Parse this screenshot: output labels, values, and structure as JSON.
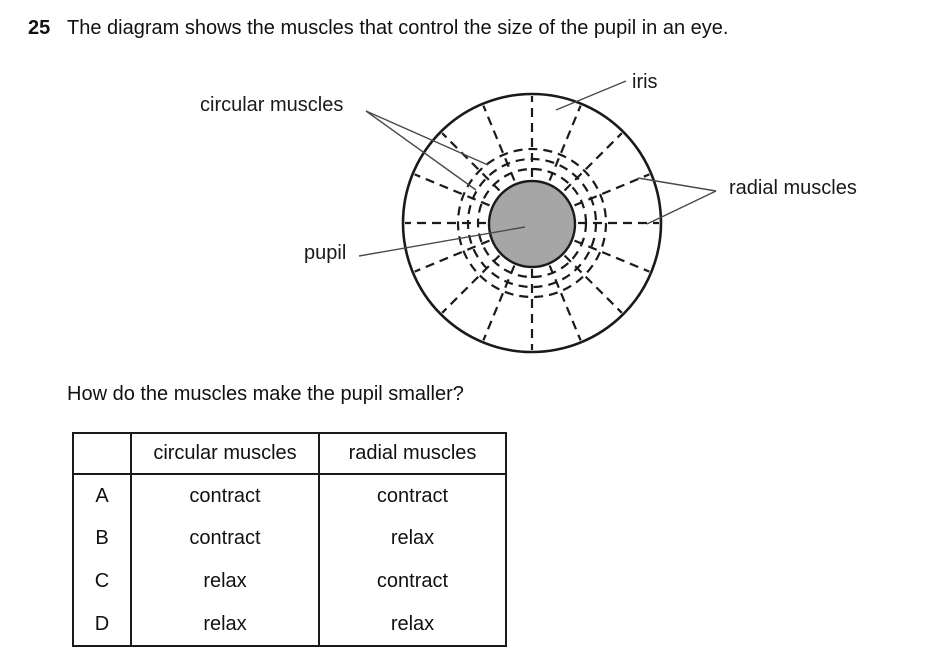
{
  "question": {
    "number": "25",
    "stem": "The diagram shows the muscles that control the size of the pupil in an eye.",
    "prompt": "How do the muscles make the pupil smaller?"
  },
  "diagram": {
    "labels": {
      "circular_muscles": "circular muscles",
      "iris": "iris",
      "radial_muscles": "radial muscles",
      "pupil": "pupil"
    },
    "colors": {
      "pupil_fill": "#a6a6a6",
      "outline": "#1a1a1a",
      "leader": "#4a4a4a"
    }
  },
  "answer_table": {
    "headers": {
      "option": "",
      "circular": "circular muscles",
      "radial": "radial muscles"
    },
    "rows": [
      {
        "option": "A",
        "circular": "contract",
        "radial": "contract"
      },
      {
        "option": "B",
        "circular": "contract",
        "radial": "relax"
      },
      {
        "option": "C",
        "circular": "relax",
        "radial": "contract"
      },
      {
        "option": "D",
        "circular": "relax",
        "radial": "relax"
      }
    ]
  }
}
